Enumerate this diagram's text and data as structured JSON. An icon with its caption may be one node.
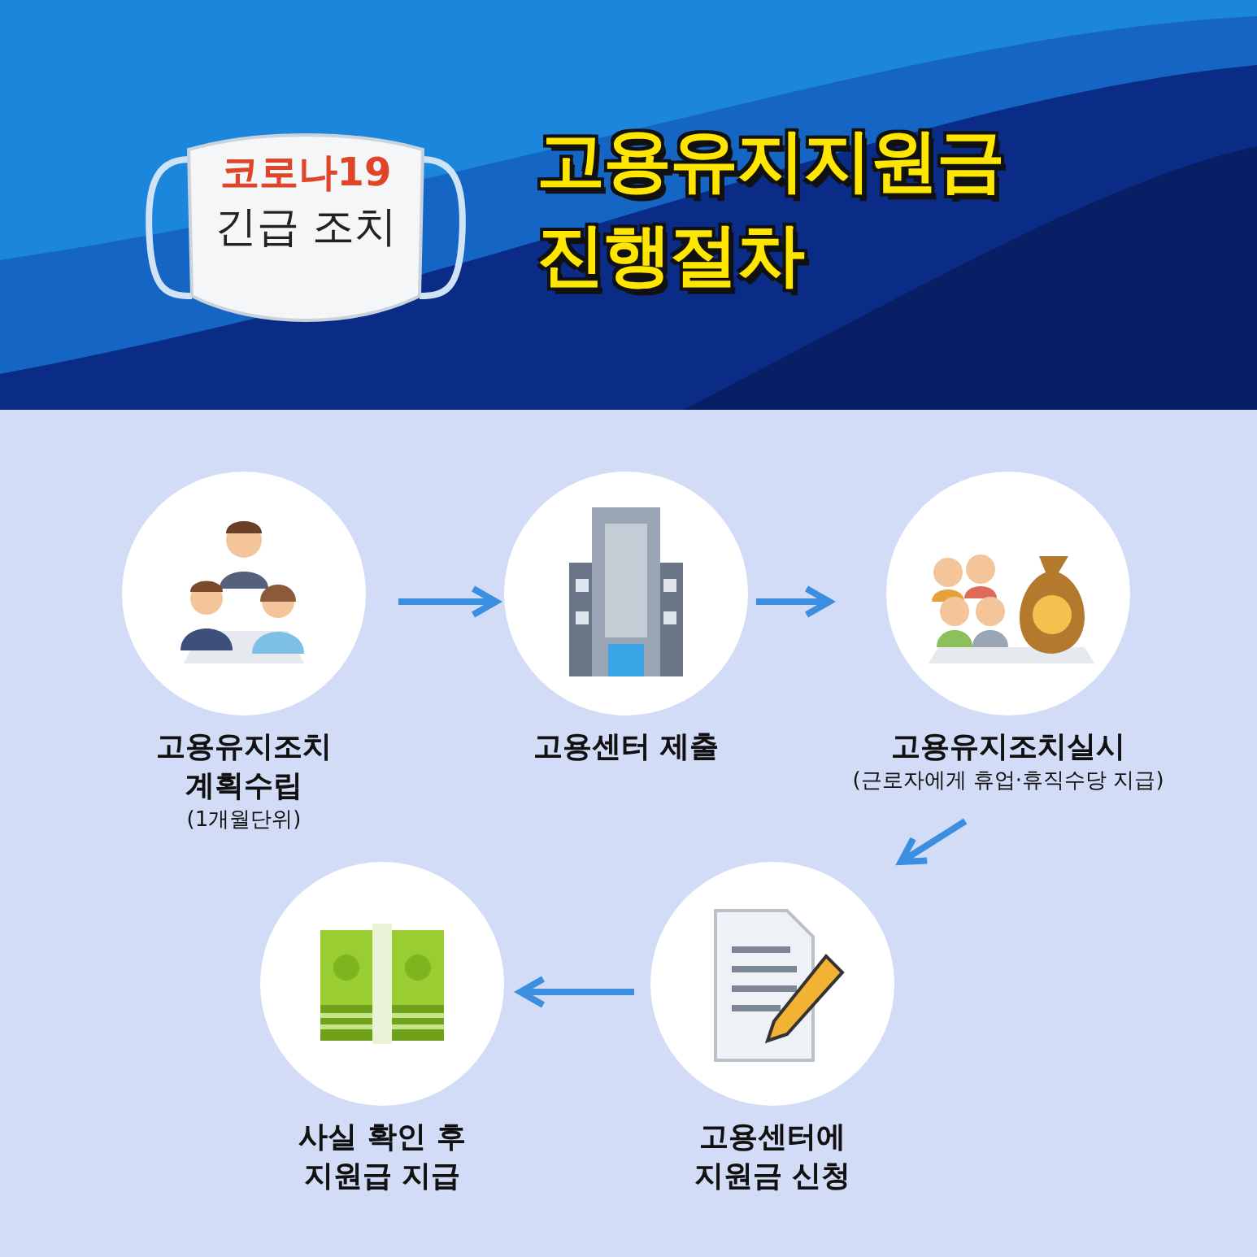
{
  "diagram": {
    "title": "고용유지지원금 진행절차",
    "nodes": [
      {
        "text": [
          "고용유지조치 계획수립",
          "(1개월단위)"
        ]
      },
      {
        "text": [
          "고용센터 제출"
        ]
      },
      {
        "text": [
          "고용유지조치실시",
          "(근로자에게 휴업·휴직수당 지급)"
        ]
      },
      {
        "text": [
          "고용센터에 지원금 신청"
        ]
      },
      {
        "text": [
          "사실 확인 후 지원급 지급"
        ]
      }
    ],
    "edges": [
      {
        "from": 0,
        "to": 1,
        "arrow": "to"
      },
      {
        "from": 1,
        "to": 2,
        "arrow": "to"
      },
      {
        "from": 2,
        "to": 3,
        "arrow": "to"
      },
      {
        "from": 3,
        "to": 4,
        "arrow": "to"
      }
    ],
    "labels": [
      "코로나19",
      "긴급 조치"
    ]
  }
}
